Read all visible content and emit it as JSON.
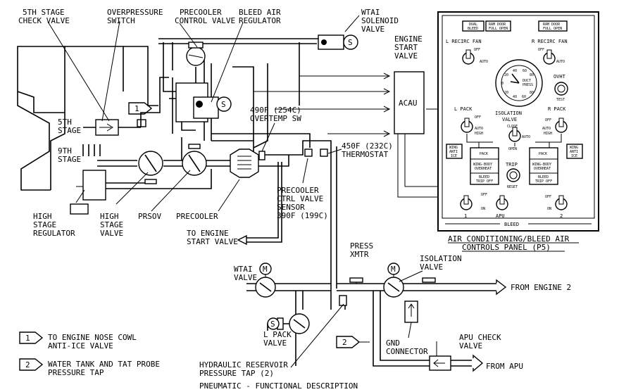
{
  "caption": "PNEUMATIC - FUNCTIONAL DESCRIPTION",
  "labels": {
    "check5_1": "5TH STAGE",
    "check5_2": "CHECK VALVE",
    "ovp_1": "OVERPRESSURE",
    "ovp_2": "SWITCH",
    "pcv_1": "PRECOOLER",
    "pcv_2": "CONTROL VALVE",
    "bar_1": "BLEED AIR",
    "bar_2": "REGULATOR",
    "wtai_sol_1": "WTAI",
    "wtai_sol_2": "SOLENOID",
    "wtai_sol_3": "VALVE",
    "esv_1": "ENGINE",
    "esv_2": "START",
    "esv_3": "VALVE",
    "acau": "ACAU",
    "stage5_1": "5TH",
    "stage5_2": "STAGE",
    "stage9_1": "9TH",
    "stage9_2": "STAGE",
    "overtemp_1": "490F (254C)",
    "overtemp_2": "OVERTEMP SW",
    "thermo_1": "450F (232C)",
    "thermo_2": "THERMOSTAT",
    "hsr_1": "HIGH",
    "hsr_2": "STAGE",
    "hsr_3": "REGULATOR",
    "hsv_1": "HIGH",
    "hsv_2": "STAGE",
    "hsv_3": "VALVE",
    "prsov": "PRSOV",
    "precooler": "PRECOOLER",
    "pcvs_1": "PRECOOLER",
    "pcvs_2": "CTRL VALVE",
    "pcvs_3": "SENSOR",
    "pcvs_4": "390F (199C)",
    "toesv_1": "TO ENGINE",
    "toesv_2": "START VALVE",
    "press_1": "PRESS",
    "press_2": "XMTR",
    "iso_1": "ISOLATION",
    "iso_2": "VALVE",
    "wtai_1": "WTAI",
    "wtai_2": "VALVE",
    "from_eng2": "FROM ENGINE 2",
    "lpack_1": "L PACK",
    "lpack_2": "VALVE",
    "gnd_1": "GND",
    "gnd_2": "CONNECTOR",
    "apu_check_1": "APU CHECK",
    "apu_check_2": "VALVE",
    "from_apu": "FROM APU",
    "hyd_1": "HYDRAULIC RESERVOIR",
    "hyd_2": "PRESSURE TAP (2)",
    "m": "M",
    "s": "S",
    "note1_num": "1",
    "note2_num": "2"
  },
  "notes": [
    {
      "num": "1",
      "line1": "TO ENGINE NOSE COWL",
      "line2": "ANTI-ICE VALVE"
    },
    {
      "num": "2",
      "line1": "WATER TANK AND TAT PROBE",
      "line2": "PRESSURE TAP"
    }
  ],
  "panel": {
    "title_1": "AIR CONDITIONING/BLEED AIR",
    "title_2": "CONTROLS PANEL (P5)",
    "dual_bleed_1": "DUAL",
    "dual_bleed_2": "BLEED",
    "ram_door_1": "RAM DOOR",
    "ram_door_2": "FULL OPEN",
    "l_recirc": "L RECIRC FAN",
    "r_recirc": "R RECIRC FAN",
    "off": "OFF",
    "auto": "AUTO",
    "on": "ON",
    "high": "HIGH",
    "ovht": "OVHT",
    "test": "TEST",
    "l_pack": "L PACK",
    "r_pack": "R PACK",
    "iso_1": "ISOLATION",
    "iso_2": "VALVE",
    "close": "CLOSE",
    "open": "OPEN",
    "wing_anti_ice_1": "WING",
    "wing_anti_ice_2": "ANTI",
    "wing_anti_ice_3": "ICE",
    "pack": "PACK",
    "wing_body_1": "WING-BODY",
    "wing_body_2": "OVERHEAT",
    "bleed_trip_1": "BLEED",
    "bleed_trip_2": "TRIP OFF",
    "trip": "TRIP",
    "reset": "RESET",
    "apu": "APU",
    "bleed": "BLEED",
    "sw1": "1",
    "sw2": "2",
    "gauge_1": "DUCT",
    "gauge_2": "PRESS",
    "gauge_ticks": [
      "20",
      "40",
      "60",
      "80",
      "0",
      "20",
      "40",
      "60",
      "80"
    ]
  }
}
